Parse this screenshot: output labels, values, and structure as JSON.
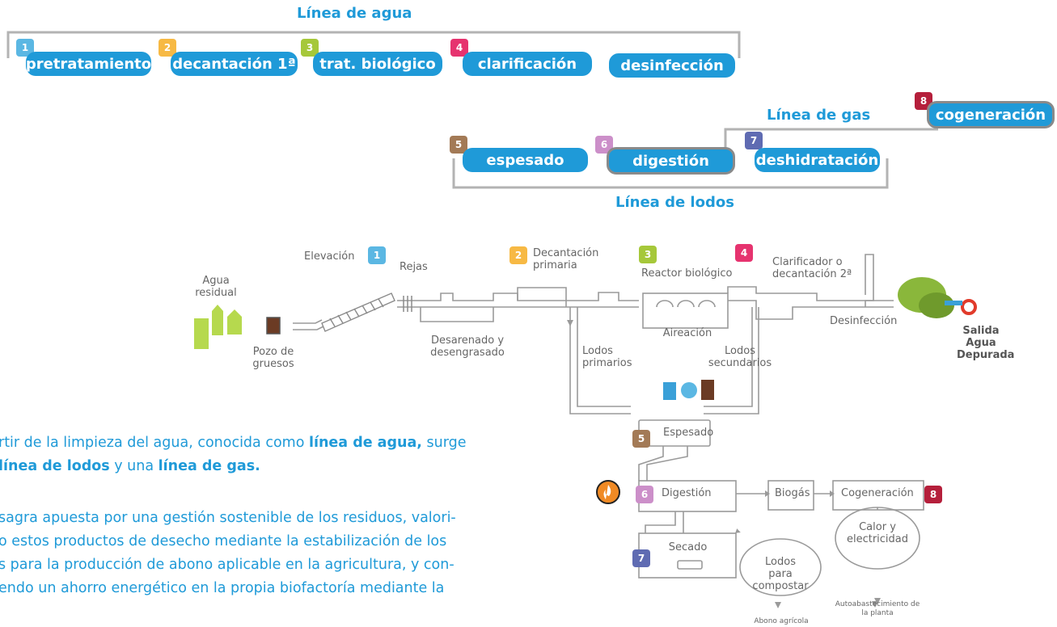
{
  "lines": {
    "agua_title": "Línea de agua",
    "gas_title": "Línea de gas",
    "lodos_title": "Línea de lodos"
  },
  "colors": {
    "pill_blue": "#1f9ad8",
    "step1": "#5bb7e3",
    "step2": "#f7b944",
    "step3": "#a6c83a",
    "step4": "#e6336f",
    "step5": "#a37a56",
    "step6": "#cc8fc9",
    "step7": "#5f6bb2",
    "step8": "#b51f3b"
  },
  "pills": {
    "pretratamiento": "pretratamiento",
    "decantacion": "decantación 1ª",
    "trat_biologico": "trat. biológico",
    "clarificacion": "clarificación",
    "desinfeccion": "desinfección",
    "cogeneracion": "cogeneración",
    "espesado": "espesado",
    "digestion": "digestión",
    "deshidratacion": "deshidratación"
  },
  "badges": {
    "b1": "1",
    "b2": "2",
    "b3": "3",
    "b4": "4",
    "b5": "5",
    "b6": "6",
    "b7": "7",
    "b8": "8"
  },
  "diagram": {
    "agua_residual": "Agua residual",
    "elevacion": "Elevación",
    "rejas": "Rejas",
    "decantacion_primaria": "Decantación primaria",
    "reactor_biologico": "Reactor biológico",
    "clarificador": "Clarificador o decantación 2ª",
    "pozo": "Pozo de gruesos",
    "desarenado": "Desarenado y desengrasado",
    "aireacion": "Aireación",
    "lodos_primarios": "Lodos primarios",
    "lodos_secundarios": "Lodos secundarios",
    "desinfeccion": "Desinfección",
    "salida": "Salida Agua Depurada",
    "espesado": "Espesado",
    "digestion": "Digestión",
    "biogas": "Biogás",
    "cogeneracion": "Cogeneración",
    "secado": "Secado",
    "lodos_compostar": "Lodos para compostar",
    "calor": "Calor y electricidad",
    "abono": "Abono agrícola",
    "autoabastecimiento": "Autoabastecimiento de la planta"
  },
  "text": {
    "p1_a": "rtir de la limpieza del agua, conocida como ",
    "p1_b": "línea de agua,",
    "p1_c": " surge",
    "p2_a": "línea de lodos",
    "p2_b": " y una ",
    "p2_c": "línea de gas.",
    "p3": "sagra apuesta por una gestión sostenible de los residuos, valori-",
    "p4": "o estos productos de desecho mediante la estabilización de los",
    "p5": "s para la producción de abono aplicable en la agricultura, y con-",
    "p6": "endo un ahorro energético en la propia biofactoría mediante la"
  }
}
